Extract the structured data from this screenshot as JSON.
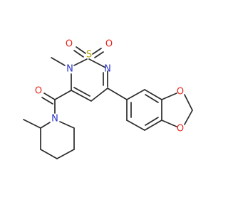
{
  "molecule": {
    "atom_labels": {
      "o1": "O",
      "o2": "O",
      "s": "S",
      "n_ring": "N",
      "n_methyl": "N",
      "o_carbonyl": "O",
      "n_piperidine": "N",
      "o_dioxole_top": "O",
      "o_dioxole_bottom": "O"
    },
    "colors": {
      "bond": "#2b2b2b",
      "oxygen": "#e8261f",
      "nitrogen": "#2a35c9",
      "sulfur": "#b5a300"
    }
  }
}
